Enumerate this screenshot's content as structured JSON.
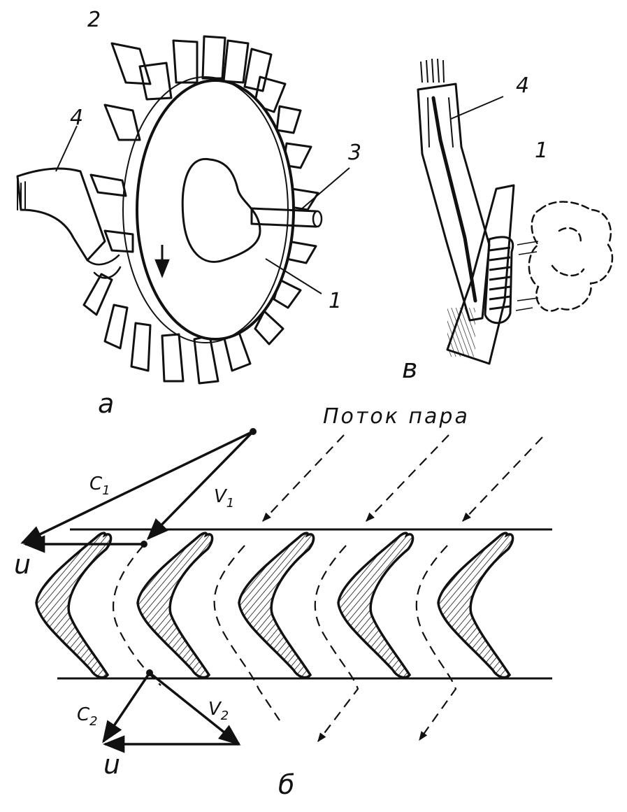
{
  "figure": {
    "panel_a": {
      "label": "а",
      "callouts": [
        "1",
        "2",
        "3",
        "4"
      ]
    },
    "panel_b": {
      "label": "б",
      "flow_label": "Поток пара",
      "inlet_vectors": {
        "absolute": "C",
        "absolute_sub": "1",
        "relative": "V",
        "relative_sub": "1",
        "blade": "u"
      },
      "outlet_vectors": {
        "absolute": "C",
        "absolute_sub": "2",
        "relative": "V",
        "relative_sub": "2",
        "blade": "u"
      }
    },
    "panel_c": {
      "label": "в",
      "callouts": [
        "4",
        "1"
      ]
    }
  }
}
